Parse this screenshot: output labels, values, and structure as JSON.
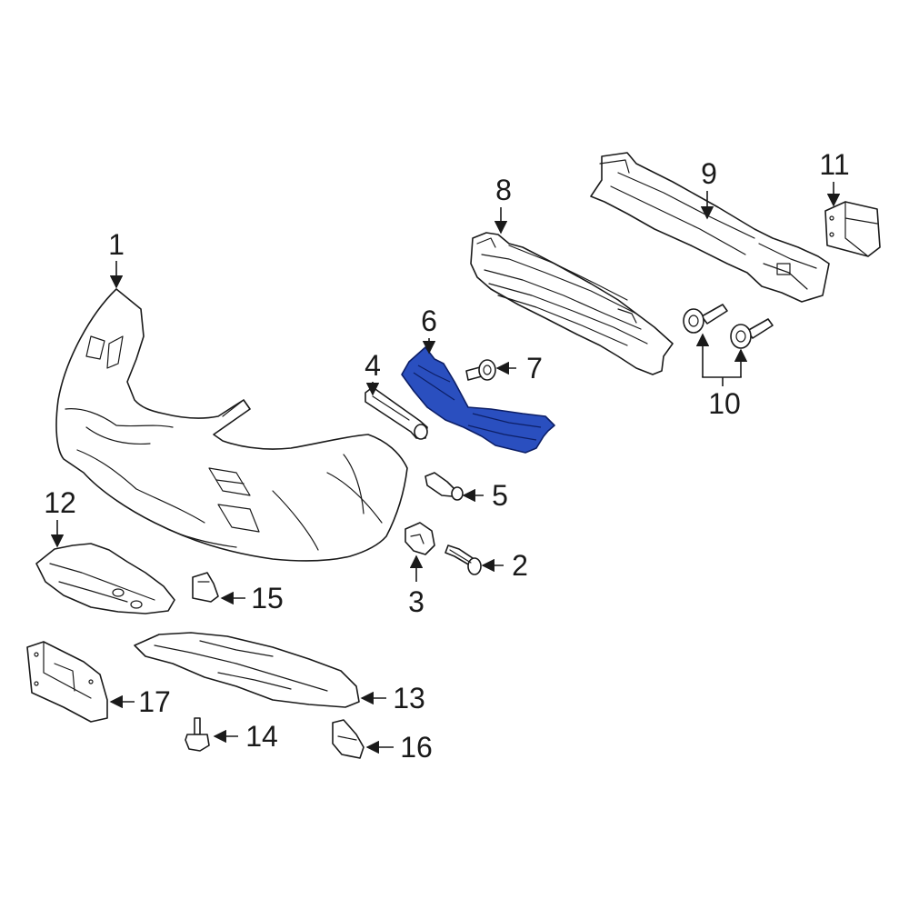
{
  "colors": {
    "line": "#1a1a1a",
    "highlight": "#2a4fbf",
    "background": "#ffffff"
  },
  "callouts": {
    "c1": "1",
    "c2": "2",
    "c3": "3",
    "c4": "4",
    "c5": "5",
    "c6": "6",
    "c7": "7",
    "c8": "8",
    "c9": "9",
    "c10": "10",
    "c11": "11",
    "c12": "12",
    "c13": "13",
    "c14": "14",
    "c15": "15",
    "c16": "16",
    "c17": "17"
  },
  "highlighted_part": "6"
}
